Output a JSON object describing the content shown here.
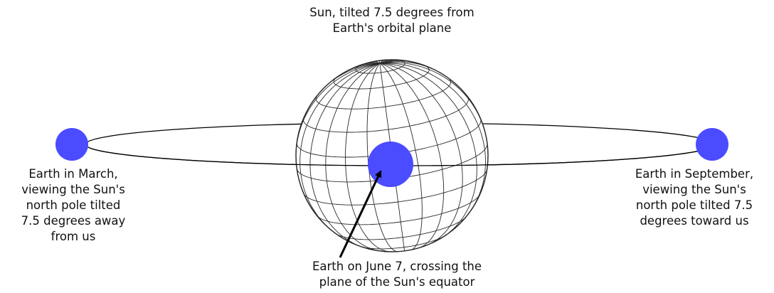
{
  "labels": {
    "sun": {
      "lines": [
        "Sun, tilted 7.5 degrees from",
        "Earth's orbital plane"
      ]
    },
    "earth_march": {
      "lines": [
        "Earth in March,",
        "viewing the Sun's",
        "north pole tilted",
        "7.5 degrees away",
        "from us"
      ]
    },
    "earth_september": {
      "lines": [
        "Earth in September,",
        "viewing the Sun's",
        "north pole tilted 7.5",
        "degrees toward us"
      ]
    },
    "earth_june": {
      "lines": [
        "Earth on June 7, crossing the",
        "plane of the Sun's equator"
      ]
    }
  },
  "colors": {
    "earth_fill": "#4b4bff",
    "sun_grid": "#2a2a2a",
    "orbit": "#000000",
    "text": "#111111"
  },
  "icons": {
    "sun": "sun-sphere-icon",
    "earth": "earth-disc-icon",
    "arrow": "arrow-icon"
  }
}
